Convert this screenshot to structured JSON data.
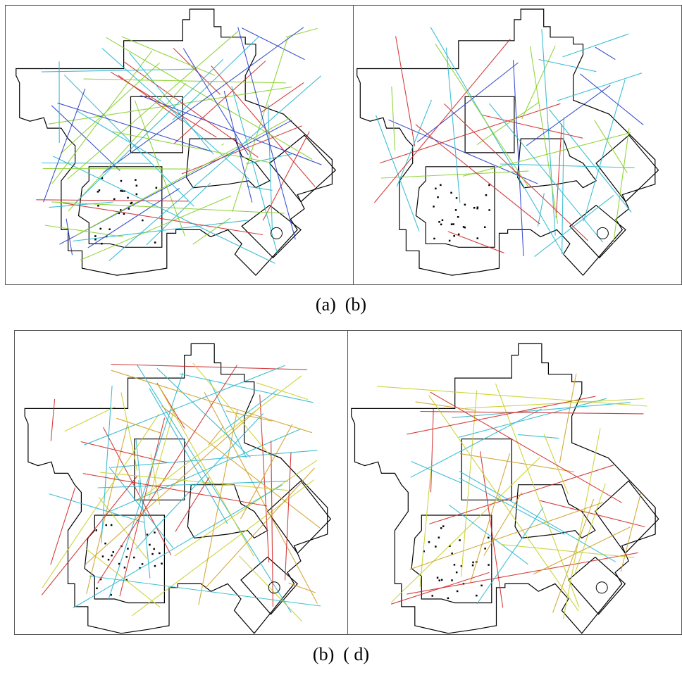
{
  "figure": {
    "caption_top": "(a)  (b)",
    "caption_bottom": "(b)  ( d)"
  },
  "panels": [
    {
      "id": "a",
      "dominant_colors": [
        "#2ab8d0",
        "#88d02a",
        "#d02a2a",
        "#2a40c8"
      ]
    },
    {
      "id": "b",
      "dominant_colors": [
        "#2ab8d0",
        "#88d02a",
        "#d02a2a",
        "#2a40c8"
      ]
    },
    {
      "id": "c",
      "dominant_colors": [
        "#2ad0b0",
        "#c8d02a",
        "#d02a2a",
        "#d0a02a"
      ]
    },
    {
      "id": "d",
      "dominant_colors": [
        "#2ad0b0",
        "#c8d02a",
        "#d02a2a",
        "#d0a02a"
      ]
    }
  ],
  "colors": {
    "outline": "#000000",
    "border": "#555555",
    "ray_cyan": "#2ab8d0",
    "ray_green": "#88d02a",
    "ray_red": "#d02a2a",
    "ray_blue": "#2a40c8",
    "ray_yellow": "#c8d02a",
    "ray_orange": "#d0a02a"
  }
}
